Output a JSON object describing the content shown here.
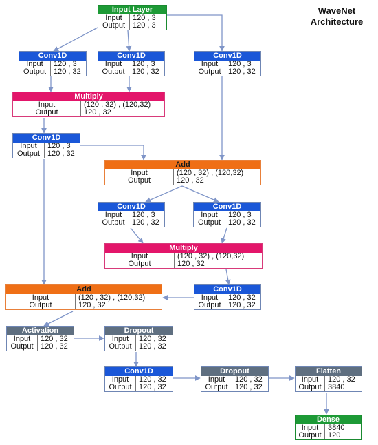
{
  "title": {
    "line1": "WaveNet",
    "line2": "Architecture"
  },
  "labels": {
    "input": "Input",
    "output": "Output"
  },
  "nodes": {
    "input_layer": {
      "name": "Input Layer",
      "input": "120 , 3",
      "output": "120 , 3"
    },
    "conv1": {
      "name": "Conv1D",
      "input": "120 , 3",
      "output": "120 , 32"
    },
    "conv2": {
      "name": "Conv1D",
      "input": "120 , 3",
      "output": "120 , 32"
    },
    "conv3": {
      "name": "Conv1D",
      "input": "120 , 3",
      "output": "120 , 32"
    },
    "multiply1": {
      "name": "Multiply",
      "input": "(120 , 32) , (120,32)",
      "output": "120 , 32"
    },
    "conv4": {
      "name": "Conv1D",
      "input": "120 , 3",
      "output": "120 , 32"
    },
    "add1": {
      "name": "Add",
      "input": "(120 , 32) , (120,32)",
      "output": "120 , 32"
    },
    "conv5": {
      "name": "Conv1D",
      "input": "120 , 3",
      "output": "120 , 32"
    },
    "conv6": {
      "name": "Conv1D",
      "input": "120 , 3",
      "output": "120 , 32"
    },
    "multiply2": {
      "name": "Multiply",
      "input": "(120 , 32) , (120,32)",
      "output": "120 , 32"
    },
    "conv7": {
      "name": "Conv1D",
      "input": "120 , 32",
      "output": "120 , 32"
    },
    "add2": {
      "name": "Add",
      "input": "(120 , 32) , (120,32)",
      "output": "120 , 32"
    },
    "activation": {
      "name": "Activation",
      "input": "120 , 32",
      "output": "120 , 32"
    },
    "dropout1": {
      "name": "Dropout",
      "input": "120 , 32",
      "output": "120 , 32"
    },
    "conv8": {
      "name": "Conv1D",
      "input": "120 , 32",
      "output": "120 , 32"
    },
    "dropout2": {
      "name": "Dropout",
      "input": "120 , 32",
      "output": "120 , 32"
    },
    "flatten": {
      "name": "Flatten",
      "input": "120 , 32",
      "output": "3840"
    },
    "dense": {
      "name": "Dense",
      "input": "3840",
      "output": "120"
    }
  },
  "colors": {
    "input_header": "#1d9a36",
    "conv_header": "#1a57d8",
    "multiply_header": "#e3156a",
    "add_header": "#ef6f16",
    "misc_header": "#5f6f80",
    "arrow": "#7f95c8"
  }
}
